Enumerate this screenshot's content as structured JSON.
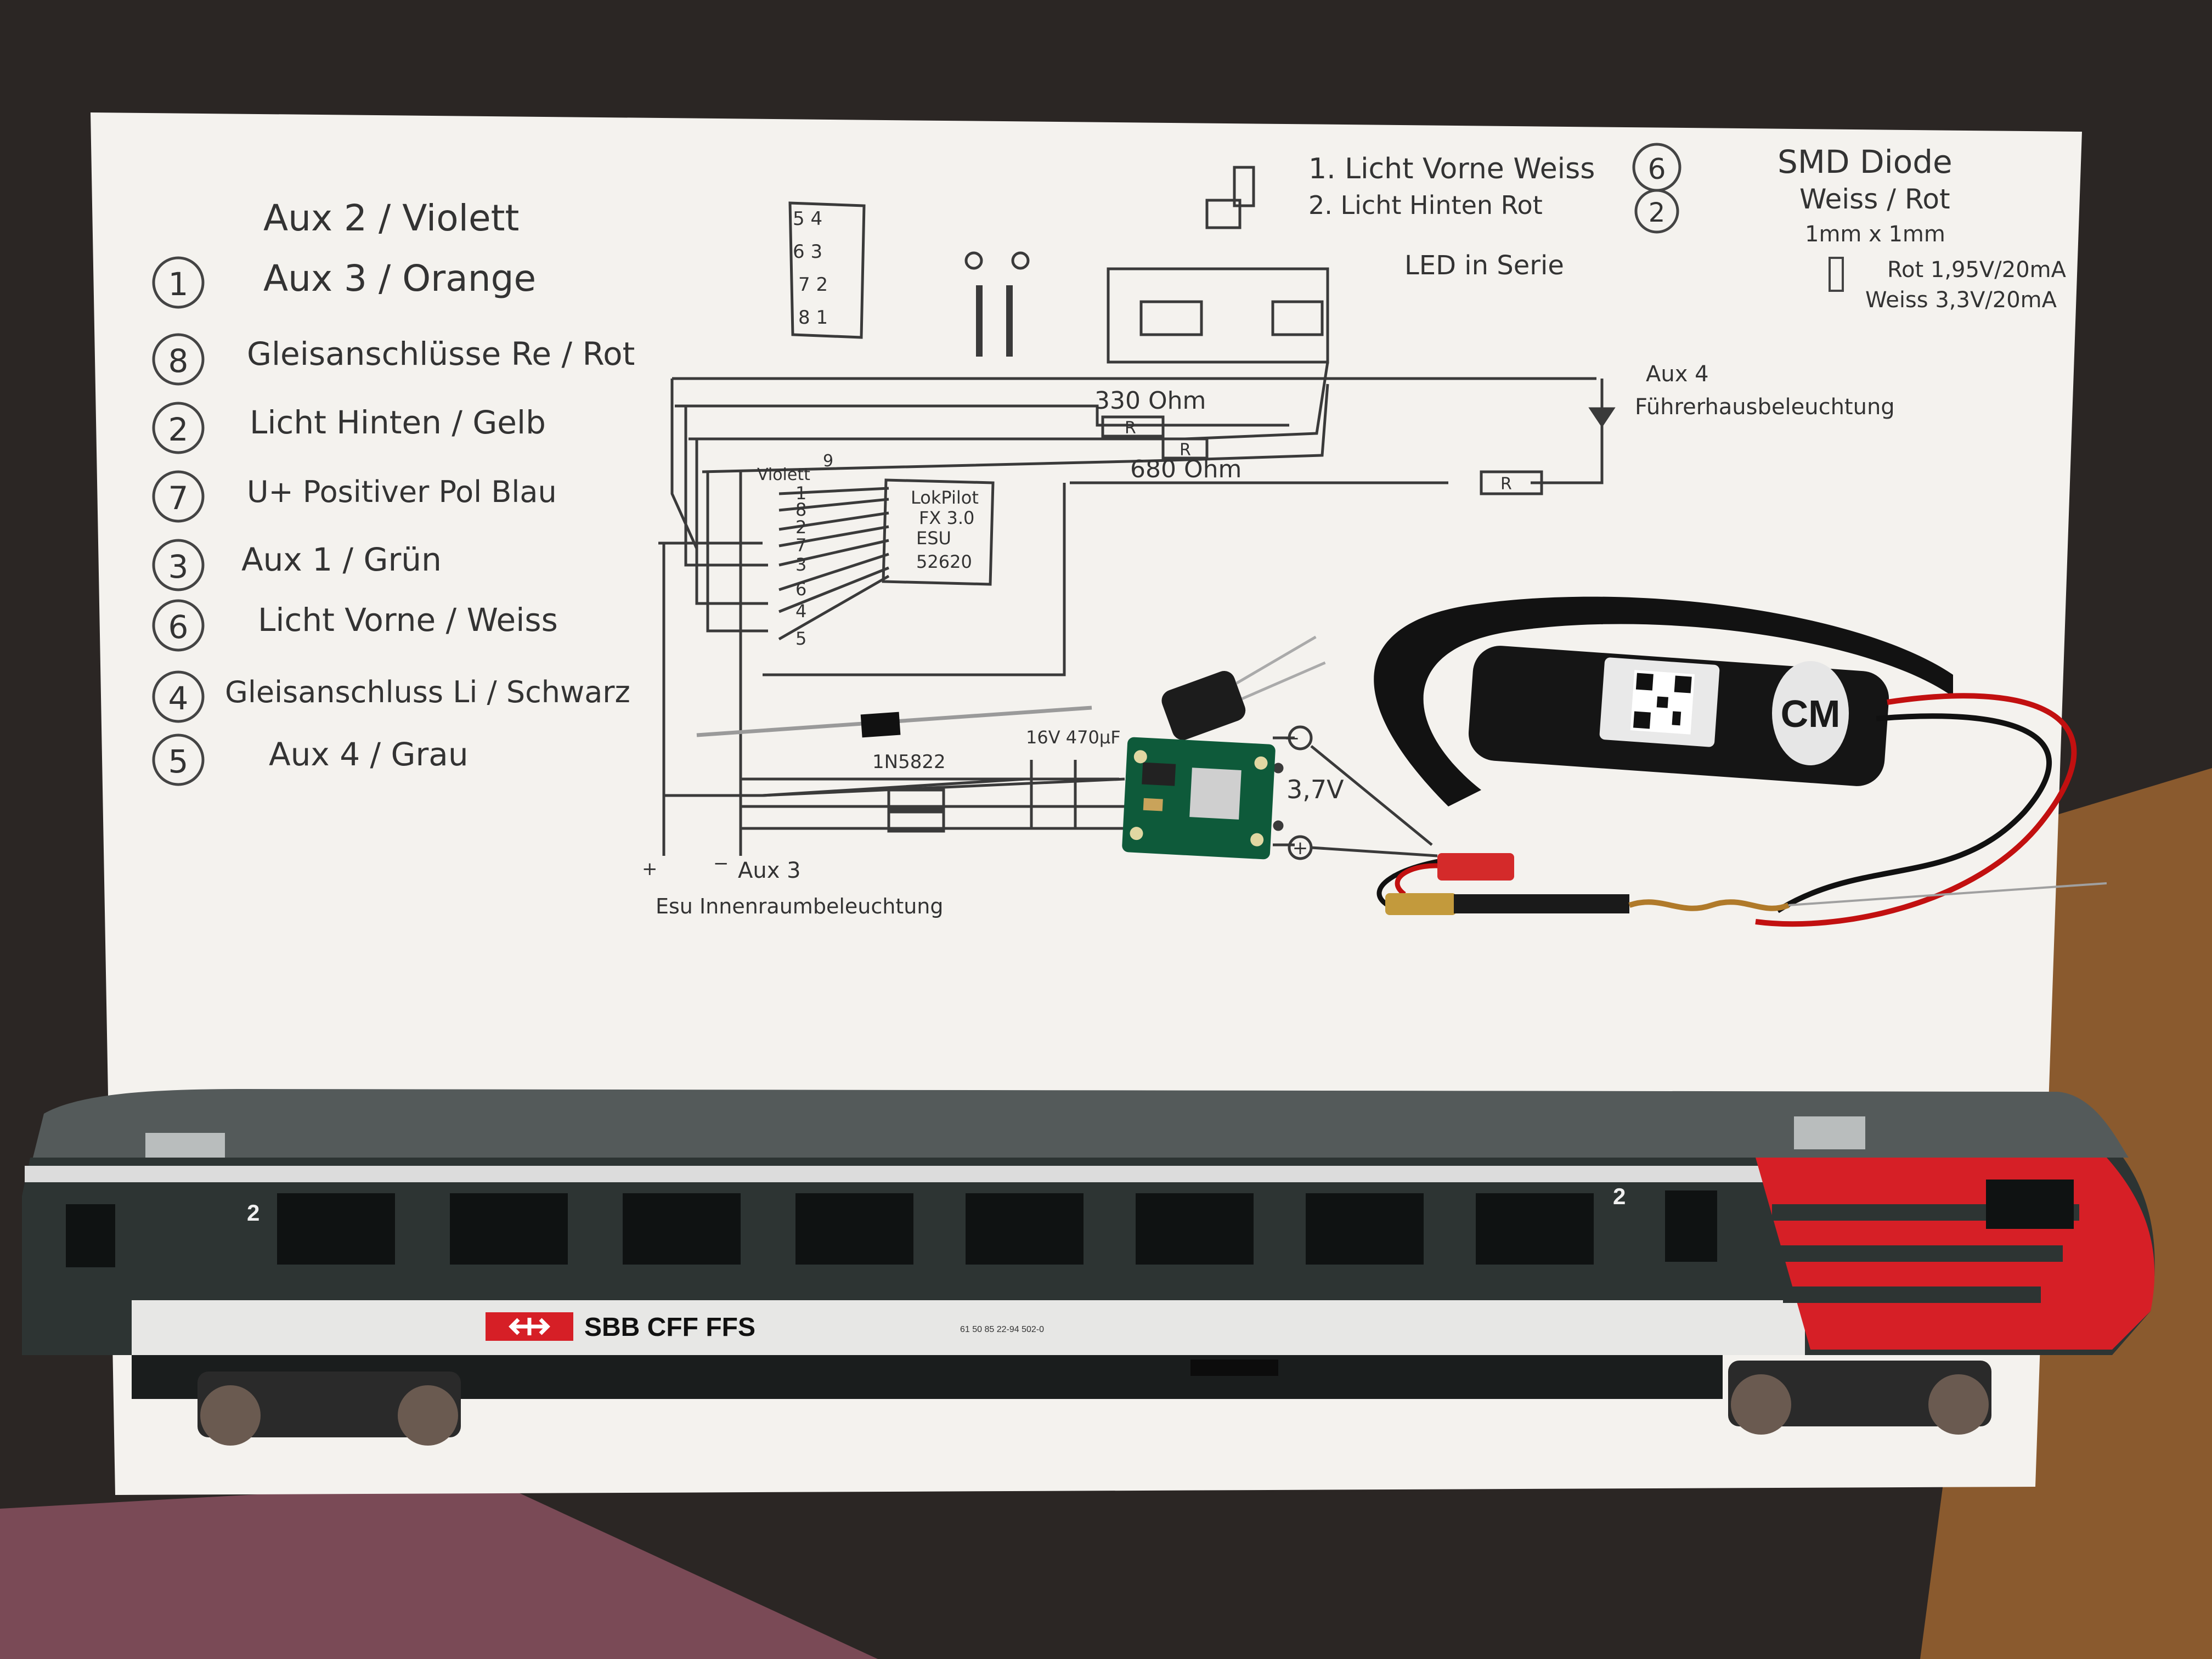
{
  "legend": {
    "rows": [
      {
        "num": "",
        "text": "Aux 2  /  Violett"
      },
      {
        "num": "1",
        "text": "Aux 3  /  Orange"
      },
      {
        "num": "8",
        "text": "Gleisanschlüsse Re / Rot"
      },
      {
        "num": "2",
        "text": "Licht Hinten / Gelb"
      },
      {
        "num": "7",
        "text": "U+ Positiver Pol  Blau"
      },
      {
        "num": "3",
        "text": "Aux 1  /  Grün"
      },
      {
        "num": "6",
        "text": "Licht Vorne / Weiss"
      },
      {
        "num": "4",
        "text": "Gleisanschluss Li / Schwarz"
      },
      {
        "num": "5",
        "text": "Aux 4      / Grau"
      }
    ]
  },
  "top_notes": {
    "line1": "1. Licht Vorne Weiss",
    "line1_num": "6",
    "line2": "2. Licht Hinten Rot",
    "line2_num": "2",
    "led": "LED in Serie"
  },
  "smd": {
    "title": "SMD Diode",
    "colors": "Weiss / Rot",
    "size": "1mm x 1mm",
    "red": "Rot 1,95V/20mA",
    "white": "Weiss 3,3V/20mA"
  },
  "schematic": {
    "connector_pins": [
      "5 4",
      "6 3",
      "7 2",
      "8 1"
    ],
    "r330": "330 Ohm",
    "r680": "680 Ohm",
    "resistor": "R",
    "aux4": "Aux 4",
    "cab_light": "Führerhausbeleuchtung",
    "decoder": [
      "LokPilot",
      "FX 3.0",
      "ESU",
      "52620"
    ],
    "violett": "Violett",
    "pin9": "9",
    "pins": [
      "1",
      "8",
      "2",
      "7",
      "3",
      "6",
      "4",
      "5"
    ],
    "cap": "16V 470µF",
    "diode": "1N5822",
    "minus": "−",
    "plus": "+",
    "voltage": "3,7V",
    "aux3": "Aux 3",
    "esu_interior": "Esu Innenraumbeleuchtung"
  },
  "module": {
    "label": "CM"
  },
  "train": {
    "class_left": "2",
    "class_right": "2",
    "operator": "SBB CFF FFS",
    "number": "61 50 85 22-94 502-0",
    "brand_red": "#d61f26",
    "body_dark": "#2d3433",
    "stripe": "#e7e7e5"
  }
}
